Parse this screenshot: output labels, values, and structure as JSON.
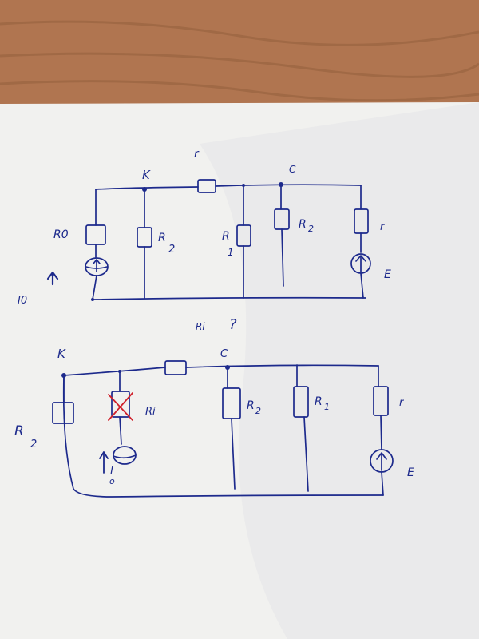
{
  "colors": {
    "table_wood": "#b07550",
    "paper": "#f1f1ef",
    "ink": "#1d2a8c",
    "cross_out": "#d0202a"
  },
  "circuit_top": {
    "node_k": "K",
    "node_c": "C",
    "series_resistor_label": "r",
    "resistor_r0_label": "R0",
    "resistor_r2_a_label": "R",
    "resistor_r2_a_sub": "2",
    "resistor_r1_label": "R",
    "resistor_r1_sub": "1",
    "resistor_r2_b_label": "R",
    "resistor_r2_b_sub": "2",
    "source_internal_r_label": "r",
    "emf_label": "E",
    "current_source_label": "I0"
  },
  "middle_note": {
    "text": "Ri",
    "question": "?"
  },
  "circuit_bottom": {
    "node_k": "K",
    "node_c": "C",
    "resistor_r2_left_label": "R",
    "resistor_r2_left_sub": "2",
    "resistor_ri_label": "Ri",
    "resistor_r2_label": "R",
    "resistor_r2_sub": "2",
    "resistor_r1_label": "R",
    "resistor_r1_sub": "1",
    "source_internal_r_label": "r",
    "emf_label": "E",
    "current_source_label": "I",
    "current_source_sub": "o"
  }
}
